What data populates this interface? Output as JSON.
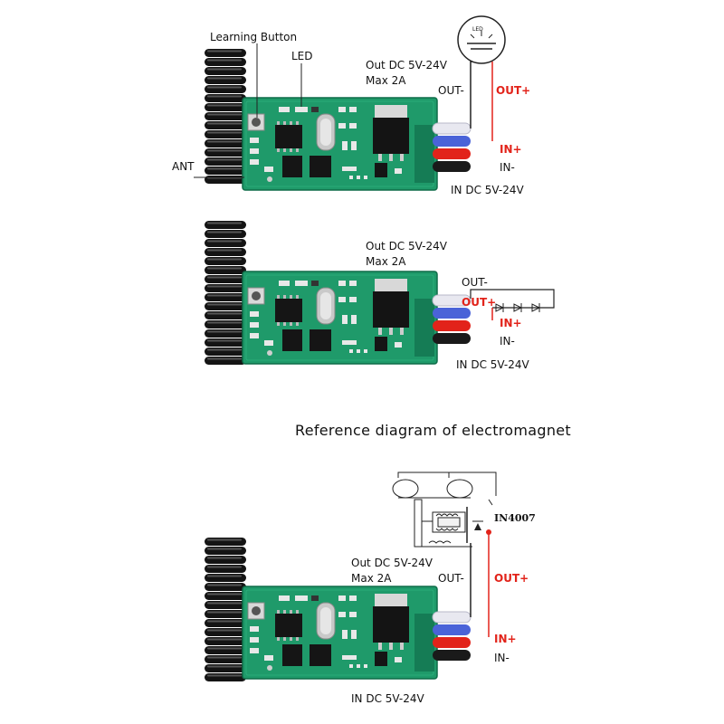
{
  "diagram1": {
    "learning_button": "Learning  Button",
    "led": "LED",
    "output_spec_line1": "Out DC 5V-24V",
    "output_spec_line2": "Max 2A",
    "out_minus": "OUT-",
    "out_plus": "OUT+",
    "in_plus": "IN+",
    "in_minus": "IN-",
    "ant": "ANT",
    "input_spec": "IN DC 5V-24V",
    "lamp_label": "LED"
  },
  "diagram2": {
    "output_spec_line1": "Out DC 5V-24V",
    "output_spec_line2": "Max 2A",
    "out_minus": "OUT-",
    "out_plus": "OUT+",
    "in_plus": "IN+",
    "in_minus": "IN-",
    "input_spec": "IN DC 5V-24V"
  },
  "section_title": "Reference diagram of electromagnet",
  "diagram3": {
    "diode_label": "IN4007",
    "output_spec_line1": "Out DC 5V-24V",
    "output_spec_line2": "Max 2A",
    "out_minus": "OUT-",
    "out_plus": "OUT+",
    "in_plus": "IN+",
    "in_minus": "IN-",
    "input_spec": "IN DC 5V-24V"
  },
  "colors": {
    "pcb": "#1f9a6a",
    "pcb_dark": "#117a52",
    "wire_red": "#e2231a",
    "wire_blue": "#4a63d8",
    "wire_white": "#e8e8f0",
    "wire_black": "#1a1a1a",
    "antenna": "#141414"
  }
}
